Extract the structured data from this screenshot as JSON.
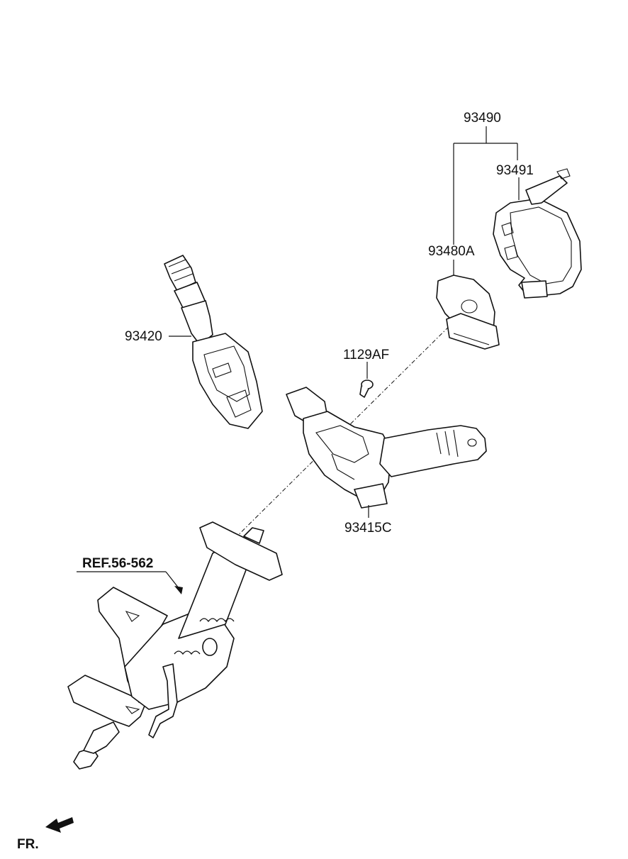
{
  "labels": {
    "assembly_93490": "93490",
    "part_93491": "93491",
    "part_93480A": "93480A",
    "part_93420": "93420",
    "part_1129AF": "1129AF",
    "part_93415C": "93415C",
    "ref_56_562": "REF.56-562",
    "front_marker": "FR."
  }
}
